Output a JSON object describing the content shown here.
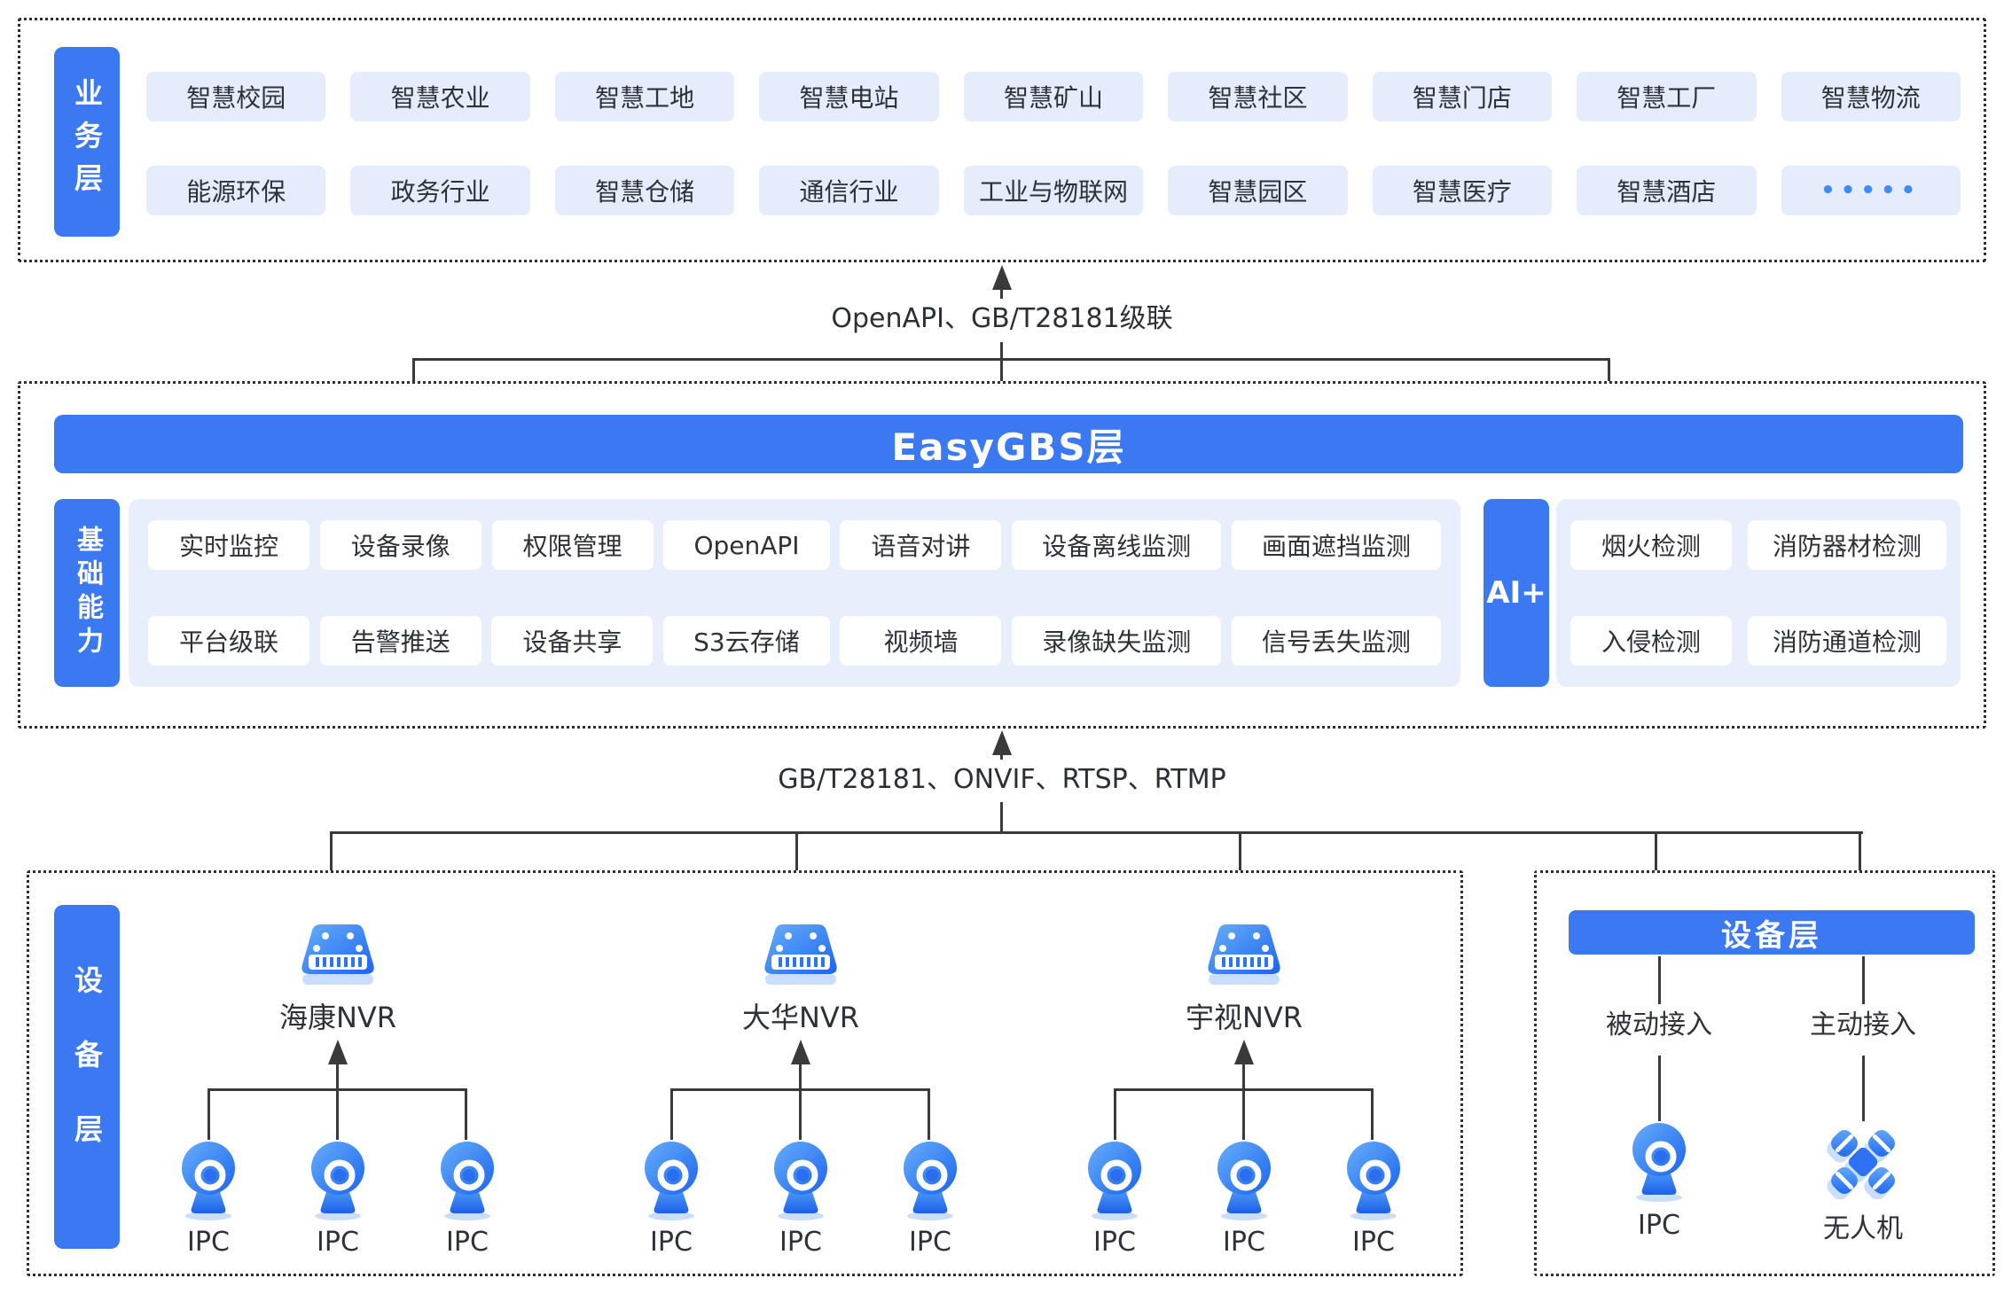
{
  "colors": {
    "accent_blue": "#3b79f2",
    "item_bg": "#e5ecfc",
    "panel_bg": "#e9eefc",
    "connector_line": "#3a3a3a",
    "dots": "#3f8bf7",
    "icon_gradient_start": "#66aefb",
    "icon_gradient_end": "#1c64ee",
    "icon_shadow": "#c9defc"
  },
  "business_layer": {
    "label": "业务层",
    "row1": [
      "智慧校园",
      "智慧农业",
      "智慧工地",
      "智慧电站",
      "智慧矿山",
      "智慧社区",
      "智慧门店",
      "智慧工厂",
      "智慧物流"
    ],
    "row2": [
      "能源环保",
      "政务行业",
      "智慧仓储",
      "通信行业",
      "工业与物联网",
      "智慧园区",
      "智慧医疗",
      "智慧酒店",
      "•••••"
    ]
  },
  "connector_top": {
    "label": "OpenAPI、GB/T28181级联"
  },
  "easygbs_layer": {
    "title": "EasyGBS层"
  },
  "base_capabilities": {
    "label": "基础能力",
    "row1": [
      "实时监控",
      "设备录像",
      "权限管理",
      "OpenAPI",
      "语音对讲",
      "设备离线监测",
      "画面遮挡监测"
    ],
    "row2": [
      "平台级联",
      "告警推送",
      "设备共享",
      "S3云存储",
      "视频墙",
      "录像缺失监测",
      "信号丢失监测"
    ]
  },
  "ai_plus": {
    "label": "AI+",
    "row1": [
      "烟火检测",
      "消防器材检测"
    ],
    "row2": [
      "入侵检测",
      "消防通道检测"
    ]
  },
  "connector_bottom": {
    "label": "GB/T28181、ONVIF、RTSP、RTMP"
  },
  "device_layer_left": {
    "label": "设备层",
    "nvrs": [
      {
        "name": "海康NVR"
      },
      {
        "name": "大华NVR"
      },
      {
        "name": "宇视NVR"
      }
    ],
    "ipc_label": "IPC"
  },
  "device_layer_right": {
    "banner": "设备层",
    "passive_label": "被动接入",
    "active_label": "主动接入",
    "ipc_label": "IPC",
    "drone_label": "无人机"
  }
}
